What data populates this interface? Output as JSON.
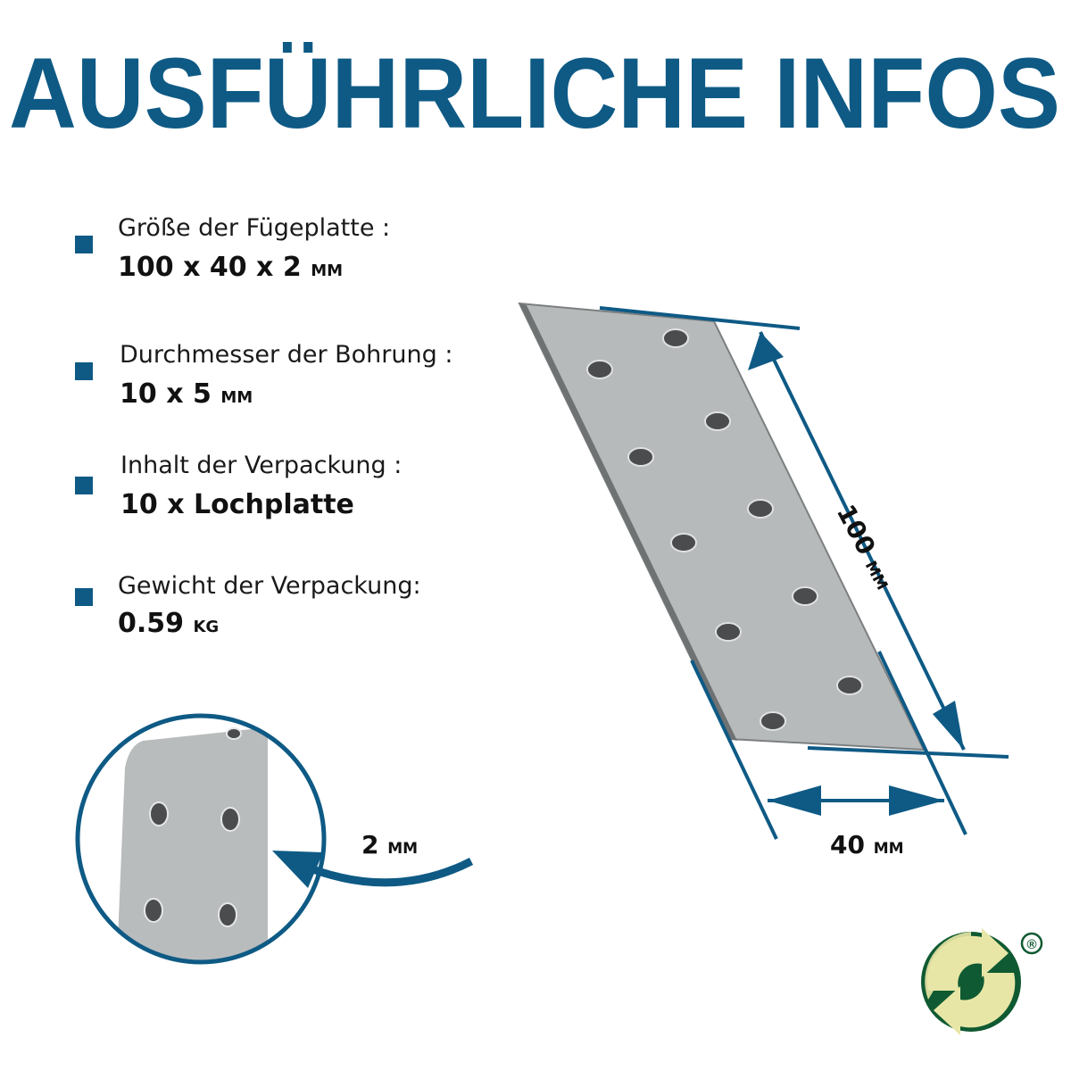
{
  "title": "AUSFÜHRLICHE INFOS",
  "colors": {
    "accent": "#0e5a85",
    "plate": "#b9bcbc",
    "logo_dark": "#0f5a32",
    "logo_light": "#e8e6a6"
  },
  "specs": [
    {
      "label": "Größe der Fügeplatte :",
      "value": "100 x 40 x 2",
      "unit": "mm"
    },
    {
      "label": "Durchmesser der Bohrung :",
      "value": "10 x 5",
      "unit": "mm"
    },
    {
      "label": "Inhalt der Verpackung :",
      "value": "10 x Lochplatte",
      "unit": ""
    },
    {
      "label": "Gewicht der Verpackung:",
      "value": "0.59",
      "unit": "kg"
    }
  ],
  "dimensions": {
    "length": {
      "value": "100",
      "unit": "mm"
    },
    "width": {
      "value": "40",
      "unit": "mm"
    },
    "thickness": {
      "value": "2",
      "unit": "mm"
    }
  },
  "logo": {
    "name": "green-dot-recycling-logo",
    "registered": "®"
  }
}
